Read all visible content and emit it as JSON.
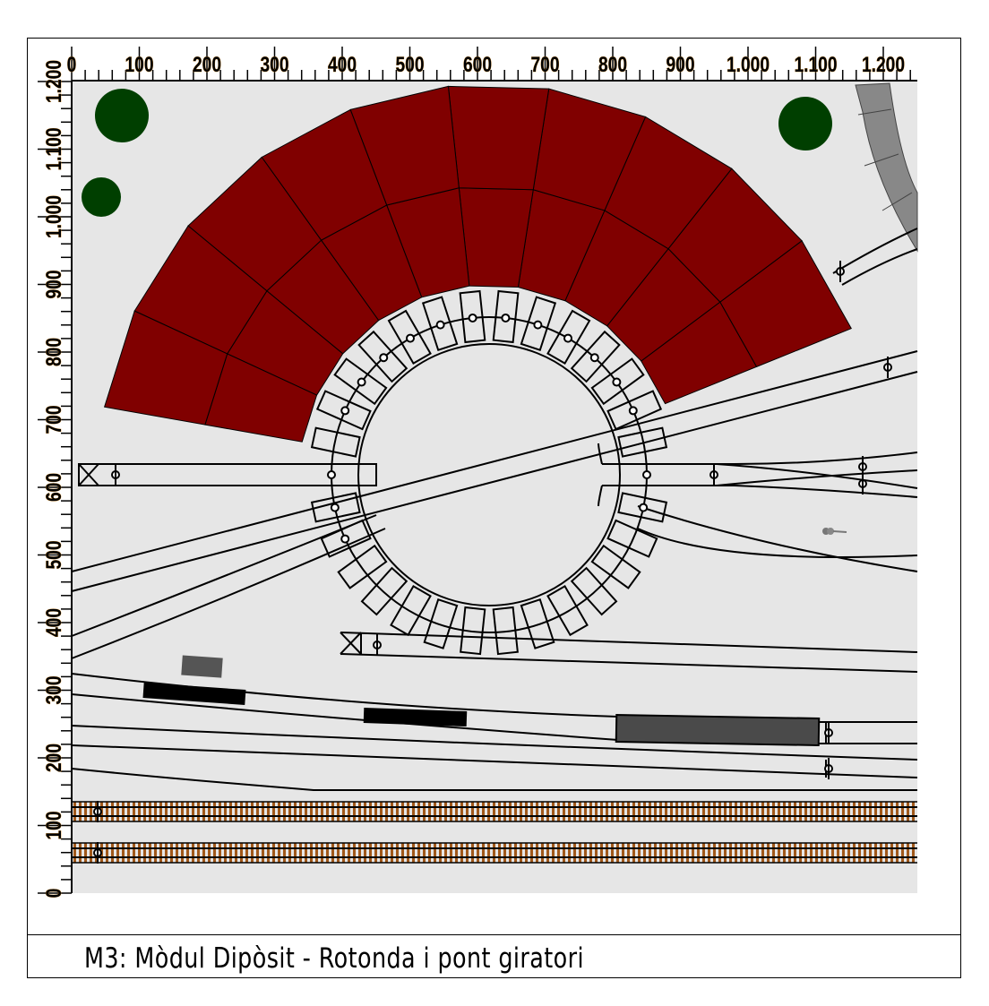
{
  "title": "M3: Mòdul Dipòsit - Rotonda i pont giratori",
  "ruler": {
    "x_labels": [
      "0",
      "100",
      "200",
      "300",
      "400",
      "500",
      "600",
      "700",
      "800",
      "900",
      "1.000",
      "1.100",
      "1.200"
    ],
    "y_labels": [
      "0",
      "100",
      "200",
      "300",
      "400",
      "500",
      "600",
      "700",
      "800",
      "900",
      "1.000",
      "1.100",
      "1.200"
    ]
  },
  "colors": {
    "board": "#e6e6e6",
    "roundhouse": "#800000",
    "tree": "#003f00",
    "rail_tie": "#a0581a",
    "wagon": "#4a4a4a"
  },
  "icons": [
    "tree-icon",
    "buffer-stop-icon",
    "signal-icon"
  ]
}
